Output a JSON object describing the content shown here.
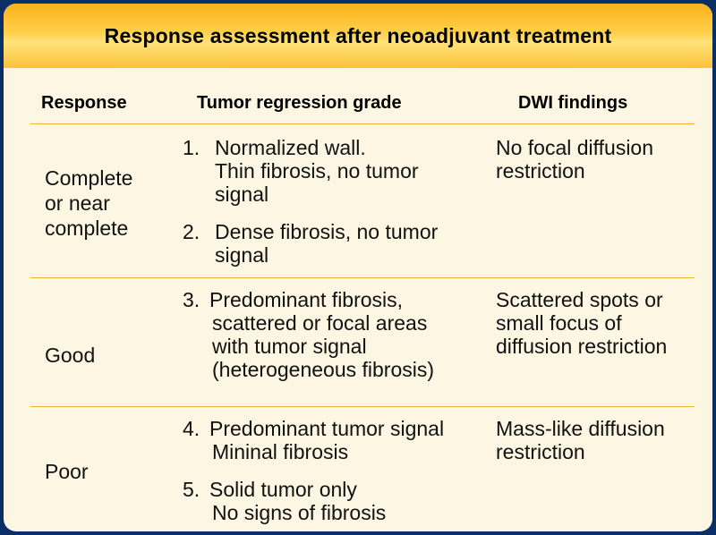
{
  "title": "Response assessment after neoadjuvant treatment",
  "headers": {
    "response": "Response",
    "grade": "Tumor regression grade",
    "dwi": "DWI findings"
  },
  "rows": [
    {
      "response_lines": [
        "Complete",
        "or near",
        "complete"
      ],
      "grades": [
        {
          "num": "1.",
          "lines": [
            "Normalized wall.",
            "Thin fibrosis, no tumor",
            "signal"
          ]
        },
        {
          "num": "2.",
          "lines": [
            "Dense fibrosis, no tumor",
            "signal"
          ]
        }
      ],
      "dwi_lines": [
        "No focal diffusion",
        "restriction"
      ]
    },
    {
      "response_lines": [
        "Good"
      ],
      "grades": [
        {
          "num": "3.",
          "lines": [
            "Predominant fibrosis,",
            "scattered or focal areas",
            "with tumor signal",
            "(heterogeneous fibrosis)"
          ]
        }
      ],
      "dwi_lines": [
        "Scattered spots or",
        "small focus of",
        "diffusion restriction"
      ]
    },
    {
      "response_lines": [
        "Poor"
      ],
      "grades": [
        {
          "num": "4.",
          "lines": [
            "Predominant tumor signal",
            "Mininal fibrosis"
          ]
        },
        {
          "num": "5.",
          "lines": [
            "Solid tumor only",
            "No signs of fibrosis"
          ]
        }
      ],
      "dwi_lines": [
        "Mass-like diffusion",
        "restriction"
      ]
    }
  ]
}
